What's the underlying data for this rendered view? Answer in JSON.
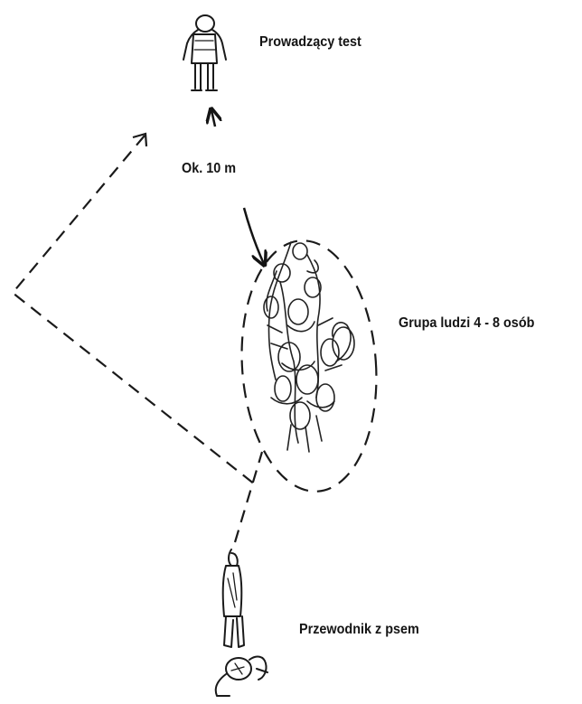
{
  "labels": {
    "examiner": "Prowadzący test",
    "distance": "Ok. 10 m",
    "group": "Grupa ludzi 4 - 8 osób",
    "handler": "Przewodnik z psem"
  },
  "icons": {
    "examiner": "standing-person-sketch-icon",
    "group": "crowd-sketch-icon",
    "handler": "standing-person-sketch-icon",
    "dog": "dog-sketch-icon"
  },
  "colors": {
    "ink": "#141414",
    "background": "#ffffff"
  }
}
